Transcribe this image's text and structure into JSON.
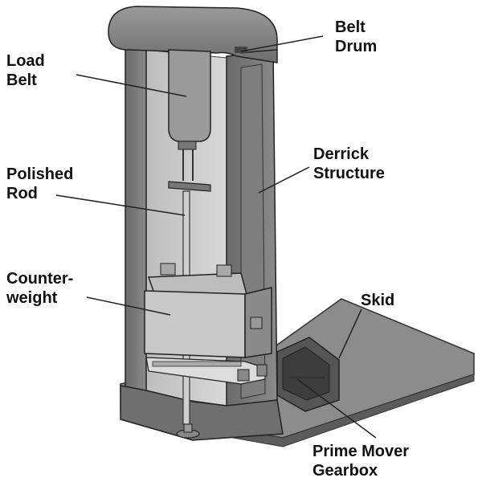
{
  "labels": {
    "belt_drum": [
      "Belt",
      "Drum"
    ],
    "load_belt": [
      "Load",
      "Belt"
    ],
    "polished_rod": [
      "Polished",
      "Rod"
    ],
    "derrick_structure": [
      "Derrick",
      "Structure"
    ],
    "counterweight": [
      "Counter-",
      "weight"
    ],
    "skid": [
      "Skid"
    ],
    "prime_mover_gearbox": [
      "Prime Mover",
      "Gearbox"
    ]
  }
}
